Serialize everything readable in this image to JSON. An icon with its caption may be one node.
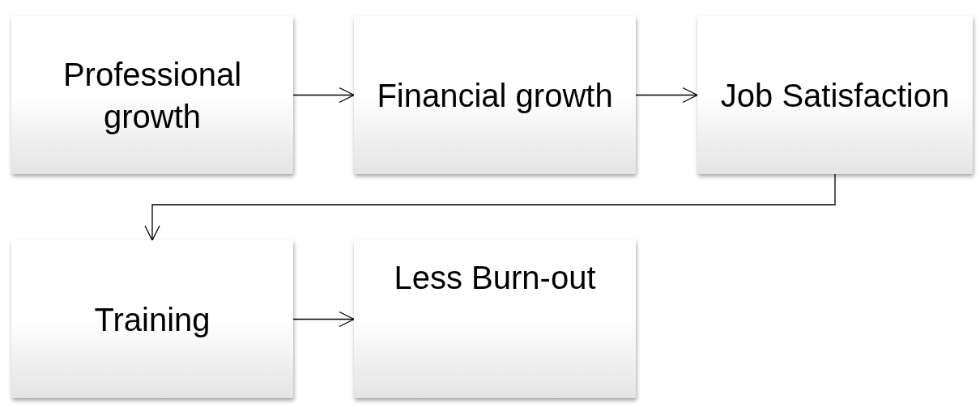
{
  "diagram": {
    "nodes": [
      {
        "text": [
          "Professional growth"
        ]
      },
      {
        "text": [
          "Financial growth"
        ]
      },
      {
        "text": [
          "Job Satisfaction"
        ]
      },
      {
        "text": [
          "Training"
        ]
      },
      {
        "text": [
          "Less Burn-out"
        ]
      }
    ],
    "edges": [
      {
        "from": 0,
        "to": 1,
        "arrow": "to"
      },
      {
        "from": 1,
        "to": 2,
        "arrow": "to"
      },
      {
        "from": 2,
        "to": 3,
        "arrow": "to"
      },
      {
        "from": 3,
        "to": 4,
        "arrow": "to"
      }
    ]
  }
}
